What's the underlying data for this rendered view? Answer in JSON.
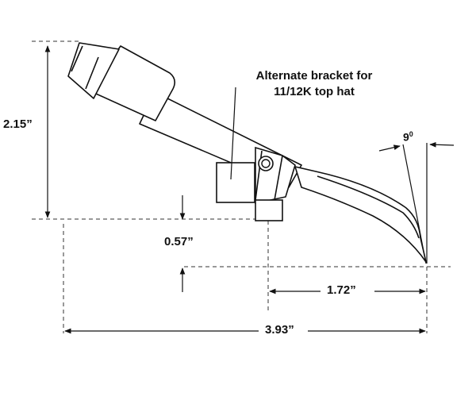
{
  "annotation": {
    "callout_line1": "Alternate bracket for",
    "callout_line2": "11/12K top hat"
  },
  "dimensions": {
    "height": "2.15”",
    "offset": "0.57”",
    "tip_distance": "1.72”",
    "overall_length": "3.93”",
    "angle_value": "9",
    "angle_unit": "0"
  },
  "colors": {
    "line": "#111111",
    "background": "#ffffff"
  }
}
